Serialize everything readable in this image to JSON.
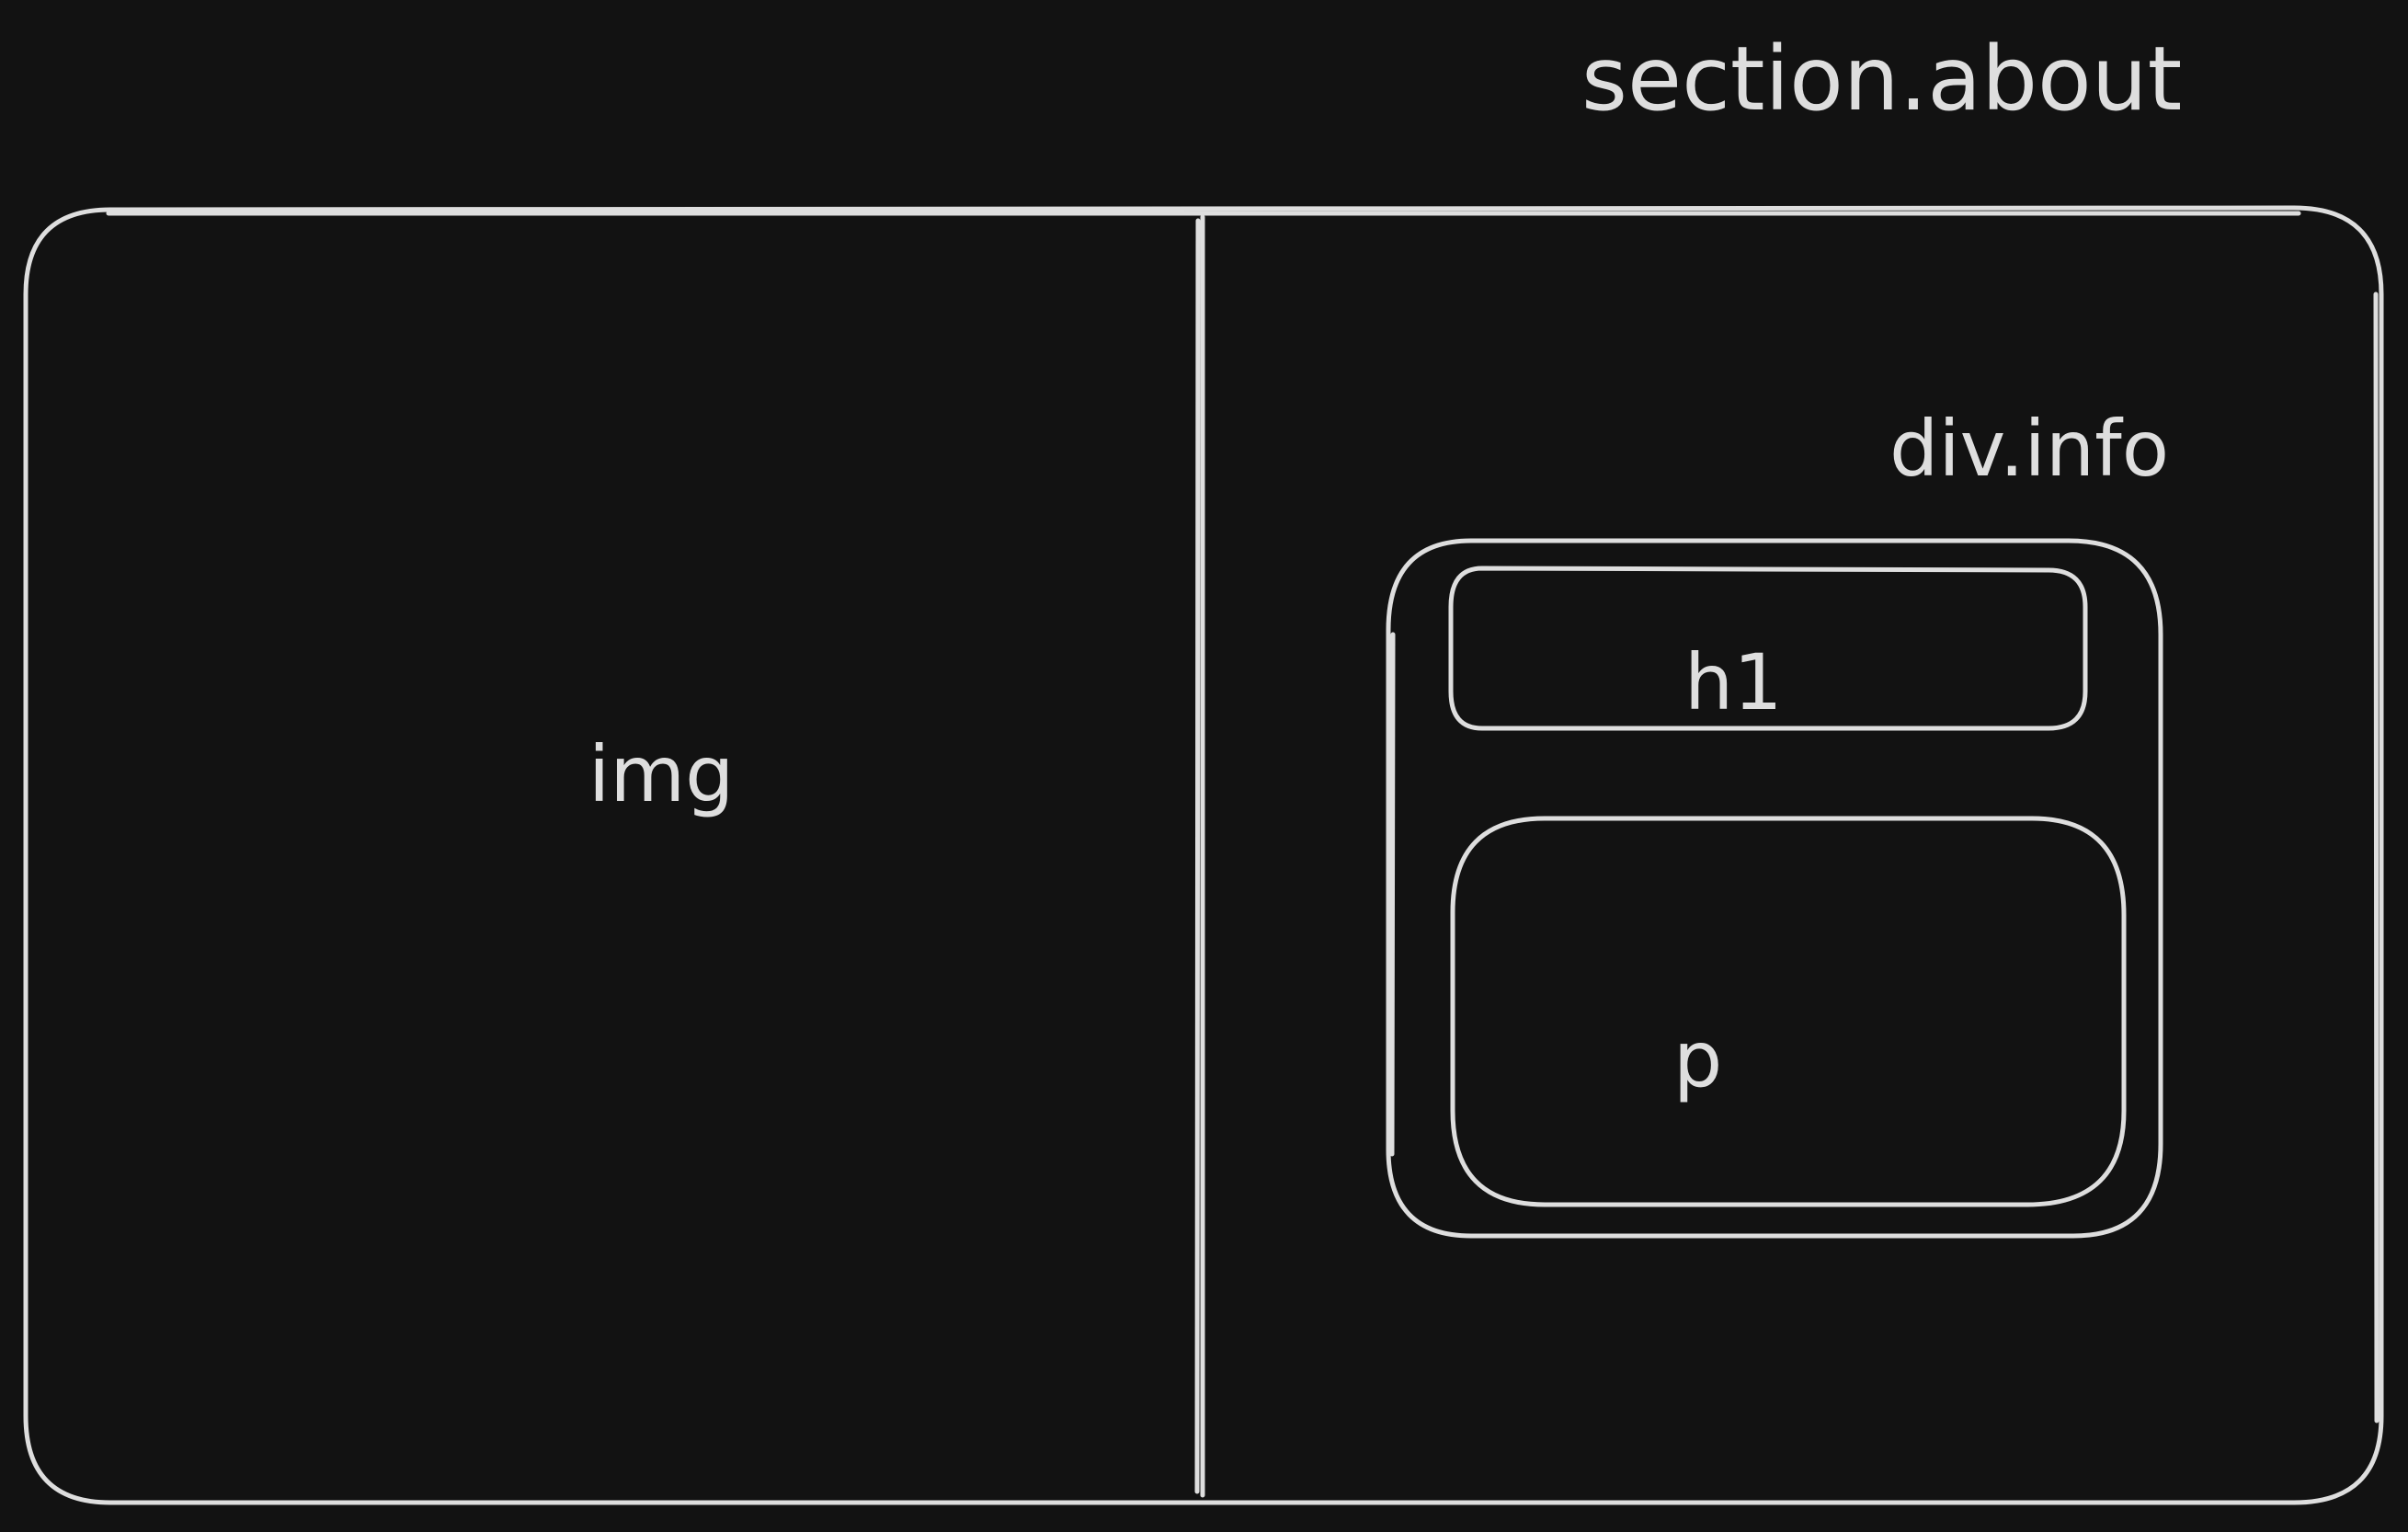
{
  "colors": {
    "background": "#121212",
    "stroke": "#dedede"
  },
  "labels": {
    "section": "section.about",
    "image": "img",
    "info": "div.info",
    "heading": "h1",
    "paragraph": "p"
  }
}
